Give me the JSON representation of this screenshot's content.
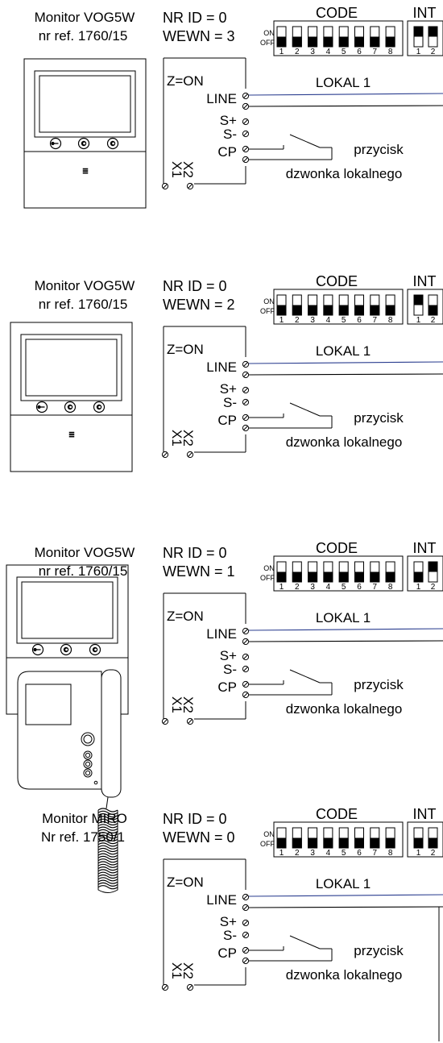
{
  "colors": {
    "line_wire": "#2a3d8f",
    "ink": "#000000",
    "switch_fill": "#000000"
  },
  "terminal_labels": {
    "zon": "Z=ON",
    "line": "LINE",
    "splus": "S+",
    "sminus": "S-",
    "cp": "CP",
    "x1": "X1",
    "x2": "X2"
  },
  "switch_labels": {
    "code": "CODE",
    "int": "INT",
    "on": "ON",
    "off": "OFF"
  },
  "texts": {
    "lokal": "LOKAL 1",
    "przycisk": "przycisk",
    "dzwonka": "dzwonka lokalnego"
  },
  "panels": [
    {
      "monitor_line1": "Monitor  VOG5W",
      "monitor_line2": "nr ref. 1760/15",
      "nr_id": "NR ID = 0",
      "wewn": "WEWN = 3",
      "monitor_type": "vog5w",
      "code_switches": [
        "OFF",
        "OFF",
        "OFF",
        "OFF",
        "OFF",
        "OFF",
        "OFF",
        "OFF"
      ],
      "int_switches": [
        "ON",
        "ON"
      ]
    },
    {
      "monitor_line1": "Monitor  VOG5W",
      "monitor_line2": "nr ref. 1760/15",
      "nr_id": "NR ID = 0",
      "wewn": "WEWN = 2",
      "monitor_type": "vog5w",
      "code_switches": [
        "OFF",
        "OFF",
        "OFF",
        "OFF",
        "OFF",
        "OFF",
        "OFF",
        "OFF"
      ],
      "int_switches": [
        "ON",
        "OFF"
      ]
    },
    {
      "monitor_line1": "Monitor  VOG5W",
      "monitor_line2": "nr ref. 1760/15",
      "nr_id": "NR ID = 0",
      "wewn": "WEWN = 1",
      "monitor_type": "vog5w",
      "code_switches": [
        "OFF",
        "OFF",
        "OFF",
        "OFF",
        "OFF",
        "OFF",
        "OFF",
        "OFF"
      ],
      "int_switches": [
        "OFF",
        "ON"
      ]
    },
    {
      "monitor_line1": "Monitor MIRO",
      "monitor_line2": "Nr ref. 1750/1",
      "nr_id": "NR ID = 0",
      "wewn": "WEWN = 0",
      "monitor_type": "miro",
      "code_switches": [
        "OFF",
        "OFF",
        "OFF",
        "OFF",
        "OFF",
        "OFF",
        "OFF",
        "OFF"
      ],
      "int_switches": [
        "OFF",
        "OFF"
      ]
    }
  ]
}
